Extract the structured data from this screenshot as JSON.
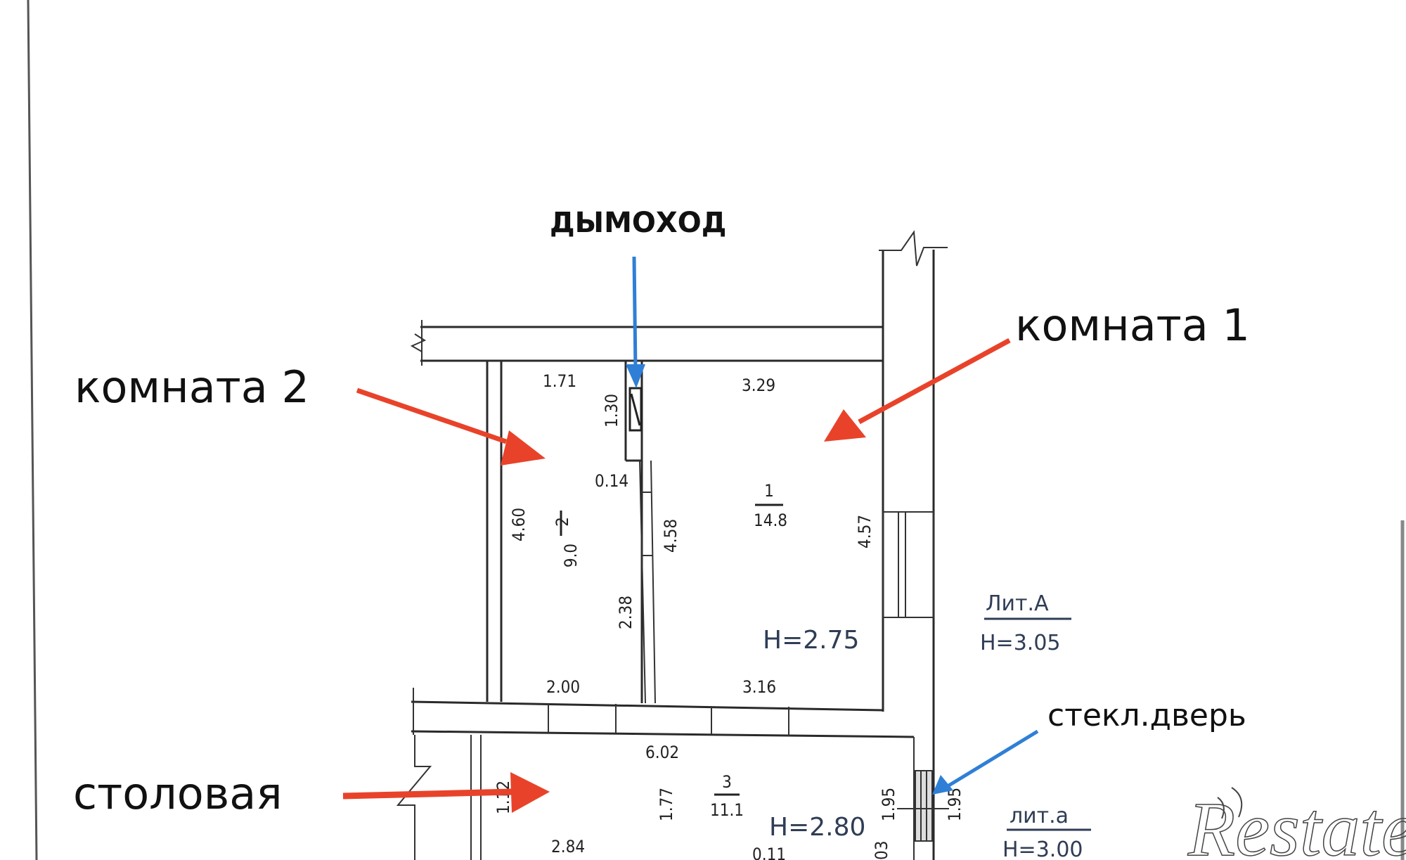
{
  "plan": {
    "labels": {
      "chimney": "ДЫМОХОД",
      "room1": "комната 1",
      "room2": "комната 2",
      "dining": "столовая",
      "glass_door": "стекл.дверь"
    },
    "rooms": [
      {
        "number": "1",
        "area": "14.8",
        "height": "H=2.75"
      },
      {
        "number": "2",
        "area": "9.0"
      },
      {
        "number": "3",
        "area": "11.1",
        "height": "H=2.80"
      }
    ],
    "dimensions": {
      "d_1_71": "1.71",
      "d_1_30": "1.30",
      "d_3_29": "3.29",
      "d_0_14": "0.14",
      "d_4_60": "4.60",
      "d_4_58": "4.58",
      "d_4_57": "4.57",
      "d_2_38": "2.38",
      "d_2_00": "2.00",
      "d_3_16": "3.16",
      "d_6_02": "6.02",
      "d_1_12": "1.12",
      "d_1_77": "1.77",
      "d_1_95a": "1.95",
      "d_1_95b": "1.95",
      "d_2_84": "2.84",
      "d_0_11": "0.11",
      "d_03": "03"
    },
    "liters": [
      {
        "name": "Лит.А",
        "height": "H=3.05"
      },
      {
        "name": "лит.а",
        "height": "H=3.00"
      }
    ],
    "arrow_colors": {
      "red": "#e8432a",
      "blue": "#2f7fd6"
    }
  },
  "watermark": "Restate"
}
